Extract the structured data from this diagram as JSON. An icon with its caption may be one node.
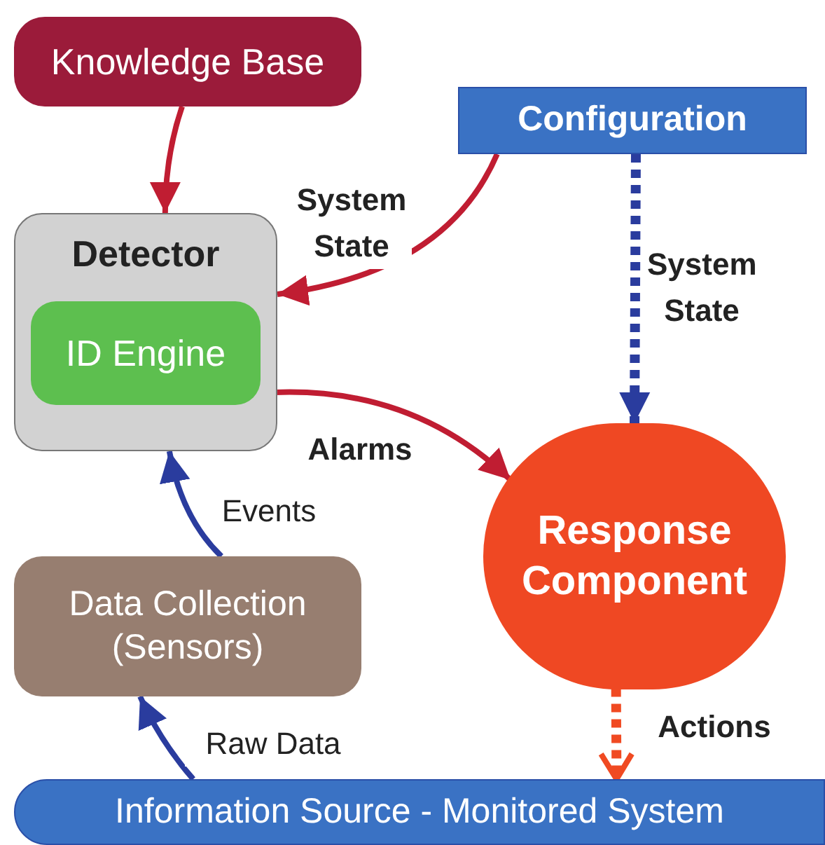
{
  "diagram": {
    "nodes": [
      {
        "text": [
          "Knowledge Base"
        ]
      },
      {
        "text": [
          "Configuration"
        ]
      },
      {
        "text": [
          "Detector"
        ]
      },
      {
        "text": [
          "ID Engine"
        ],
        "in": 2
      },
      {
        "text": [
          "Response Component"
        ]
      },
      {
        "text": [
          "Data Collection (Sensors)"
        ]
      },
      {
        "text": [
          "Information Source - Monitored System"
        ]
      }
    ],
    "edges": [
      {
        "from": 0,
        "to": 2,
        "arrow": "to",
        "color": "#c01d32"
      },
      {
        "from": 1,
        "to": 2,
        "arrow": "to",
        "label": "System State",
        "color": "#c01d32"
      },
      {
        "from": 1,
        "to": 4,
        "arrow": "to",
        "label": "System State",
        "style": "dashed",
        "color": "#2a3c9e"
      },
      {
        "from": 3,
        "to": 4,
        "arrow": "to",
        "label": "Alarms",
        "color": "#c01d32"
      },
      {
        "from": 5,
        "to": 2,
        "arrow": "to",
        "label": "Events",
        "color": "#2a3c9e"
      },
      {
        "from": 6,
        "to": 5,
        "arrow": "to",
        "label": "Raw Data",
        "color": "#2a3c9e"
      },
      {
        "from": 4,
        "to": 6,
        "arrow": "to",
        "label": "Actions",
        "style": "dashed",
        "color": "#f04a22"
      }
    ]
  }
}
